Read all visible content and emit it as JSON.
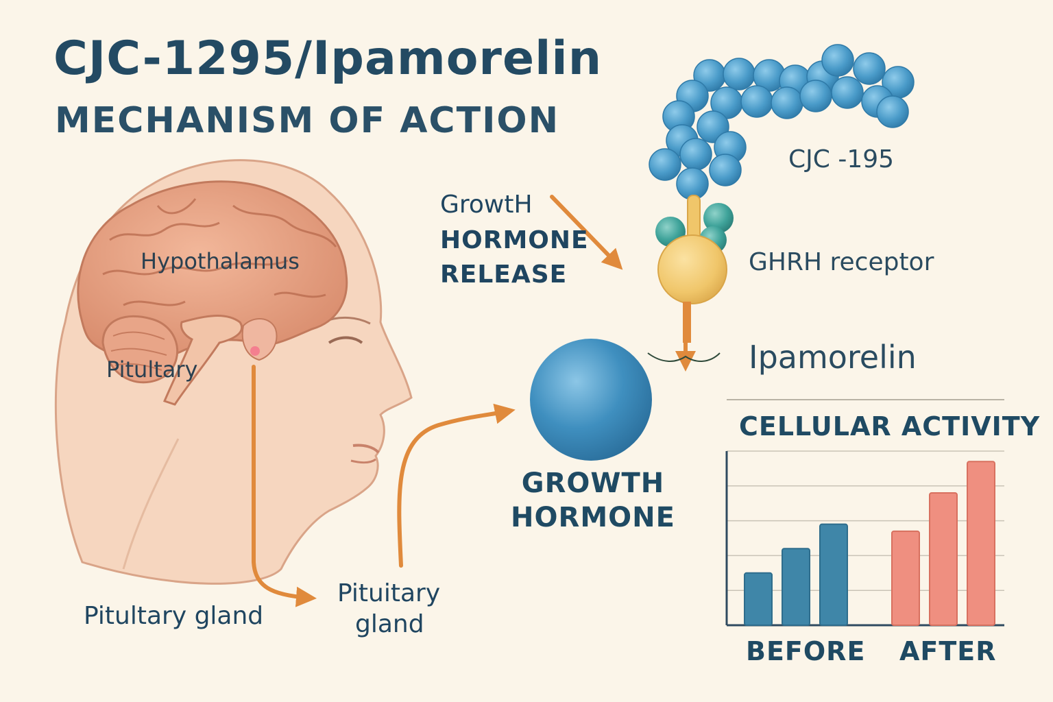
{
  "title": "CJC-1295/Ipamorelin",
  "subtitle": "MECHANISM OF ACTION",
  "labels": {
    "hypothalamus": "Hypothalamus",
    "pituitary_inner": "Pitultary",
    "pituitary_gland_left": "Pitultary gland",
    "pituitary_gland_arrow_line1": "Pituitary",
    "pituitary_gland_arrow_line2": "gland",
    "gh_release_line1": "GrowtH",
    "gh_release_line2": "HORMONE",
    "gh_release_line3": "RELEASE",
    "cjc": "CJC -195",
    "ghrh_receptor": "GHRH receptor",
    "ipamorelin": "Ipamorelin",
    "growth_hormone_line1": "GROWTH",
    "growth_hormone_line2": "HORMONE"
  },
  "colors": {
    "background": "#fbf5e9",
    "text": "#1f4a63",
    "arrow": "#e08a3c",
    "bead_blue": "#4a9bc9",
    "bead_teal": "#3fa39a",
    "receptor": "#f0c66a",
    "skin": "#f3c7a8",
    "before_bar": "#3f86a8",
    "after_bar": "#ef8f80"
  },
  "icons": [
    "head-profile-icon",
    "brain-icon",
    "peptide-chain-icon",
    "receptor-icon",
    "growth-hormone-sphere-icon"
  ],
  "chart_data": {
    "type": "bar",
    "title": "CELLULAR ACTIVITY",
    "categories": [
      "BEFORE",
      "AFTER"
    ],
    "series": [
      {
        "group": "BEFORE",
        "values": [
          1.5,
          2.2,
          2.9
        ]
      },
      {
        "group": "AFTER",
        "values": [
          2.7,
          3.8,
          4.7
        ]
      }
    ],
    "ylim": [
      0,
      5
    ],
    "grid": true,
    "legend": "none"
  }
}
